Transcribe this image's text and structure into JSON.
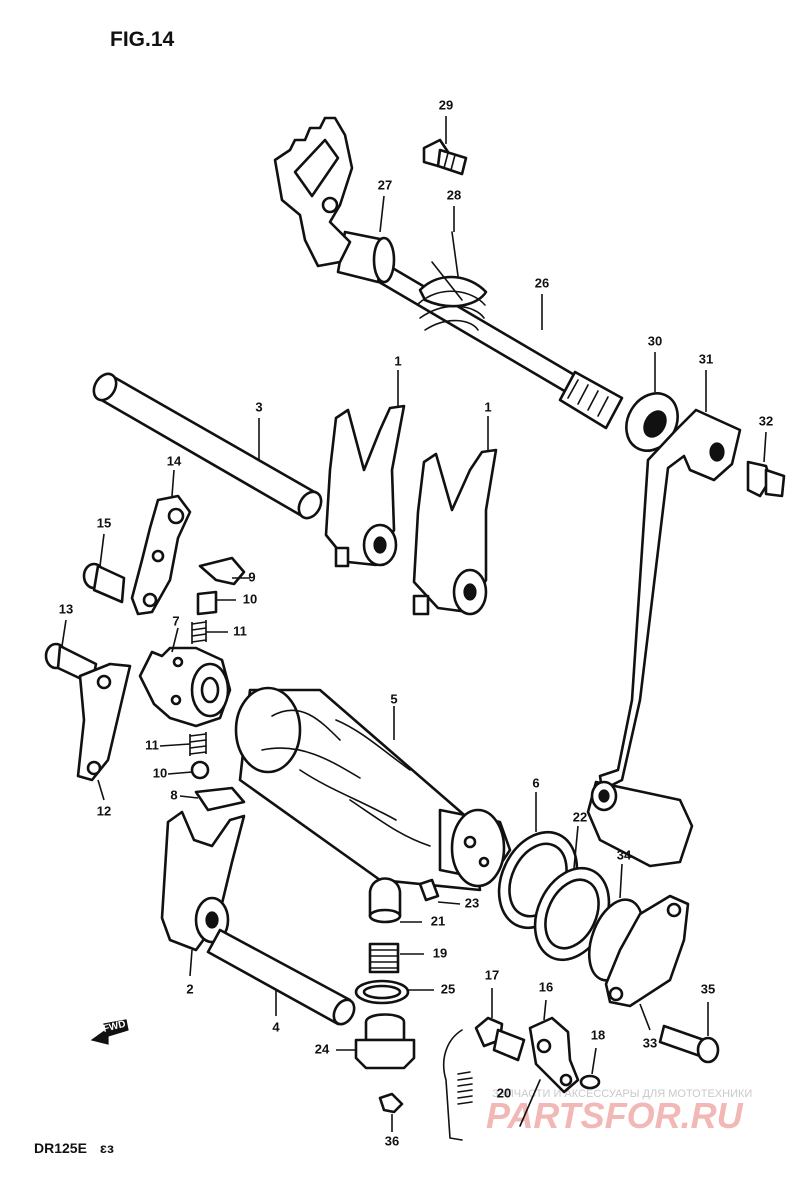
{
  "figure": {
    "title": "FIG.14",
    "model_code": "DR125E",
    "model_suffix": "ɛɜ"
  },
  "direction_marker": "FWD",
  "watermark": {
    "line1": "ЗАПЧАСТИ И АКСЕССУАРЫ ДЛЯ МОТОТЕХНИКИ",
    "line2": "PARTSFOR.RU"
  },
  "callouts": [
    "1",
    "1",
    "2",
    "3",
    "4",
    "5",
    "6",
    "7",
    "8",
    "9",
    "10",
    "10",
    "11",
    "11",
    "12",
    "13",
    "14",
    "15",
    "16",
    "17",
    "18",
    "19",
    "20",
    "21",
    "22",
    "23",
    "24",
    "25",
    "26",
    "27",
    "28",
    "29",
    "30",
    "31",
    "32",
    "33",
    "34",
    "35",
    "36"
  ]
}
